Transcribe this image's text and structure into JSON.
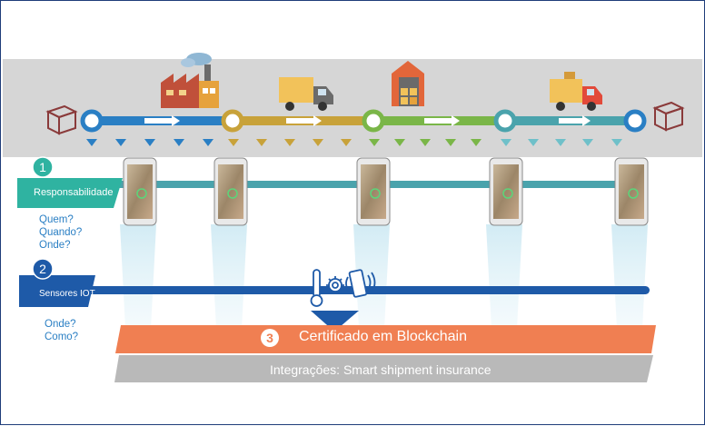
{
  "steps": [
    {
      "num": "1",
      "label": "Responsabilidade",
      "questions": [
        "Quem?",
        "Quando?",
        "Onde?"
      ]
    },
    {
      "num": "2",
      "label": "Sensores IOT",
      "questions": [
        "Onde?",
        "Como?"
      ]
    },
    {
      "num": "3",
      "label": "Certificado em Blockchain"
    }
  ],
  "integrations": "Integrações: Smart shipment insurance",
  "colors": {
    "blue": "#2a7fc4",
    "ochre": "#c8a23a",
    "green": "#7ab648",
    "teal": "#4aa3ac",
    "orange": "#f07f52",
    "gray_band": "#d6d6d6",
    "dark_blue": "#1e5aa8"
  },
  "icons": [
    "box-icon",
    "factory-icon",
    "truck-icon",
    "warehouse-icon",
    "delivery-truck-icon",
    "smartphone-icon",
    "thermometer-icon",
    "gear-icon",
    "phone-vibrate-icon"
  ]
}
